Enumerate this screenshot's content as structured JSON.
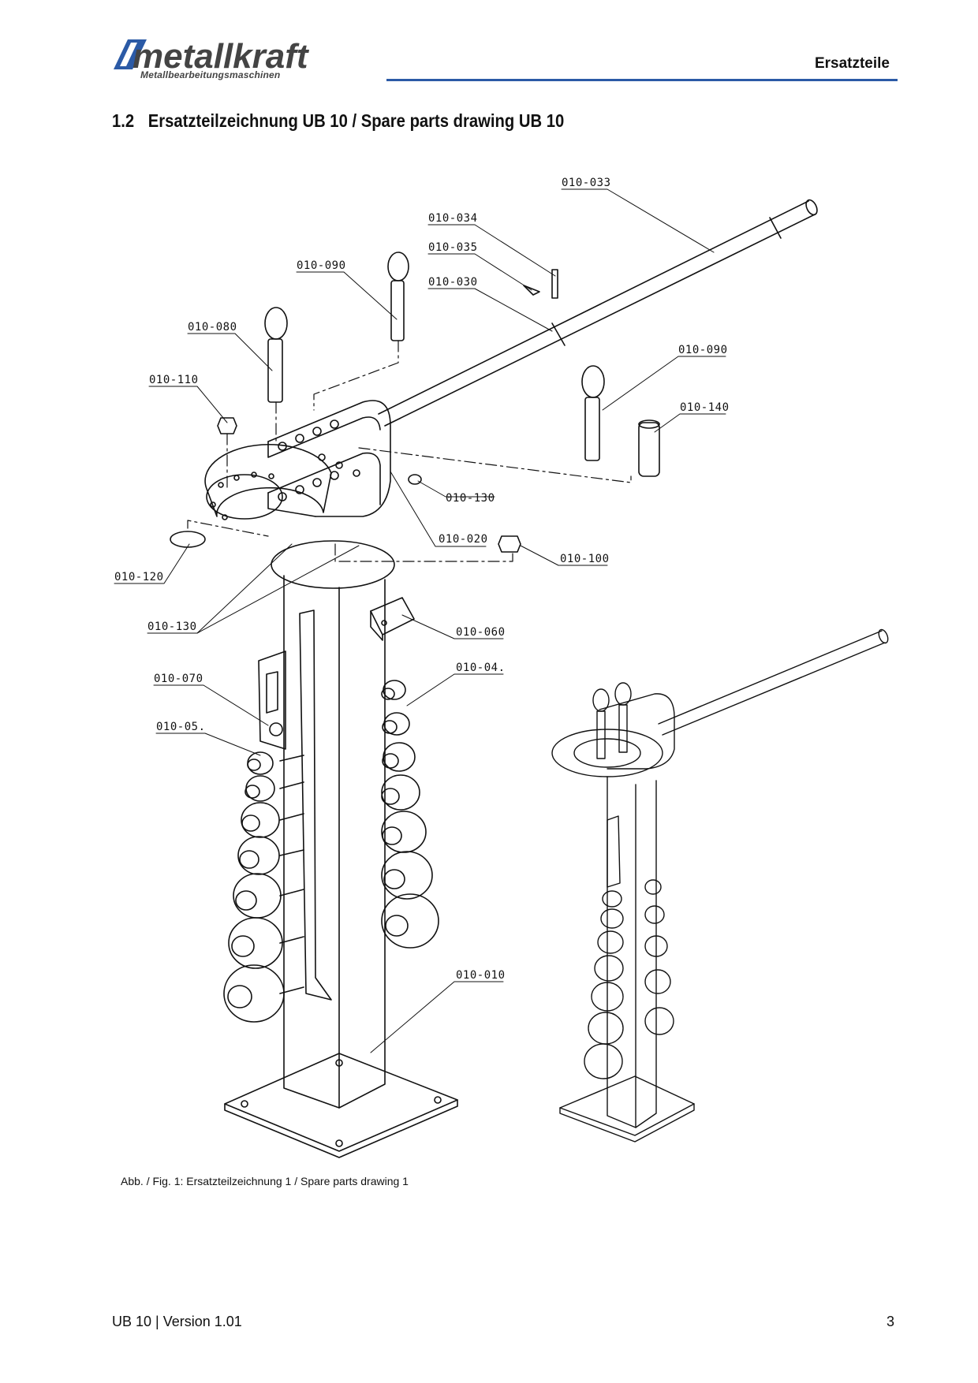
{
  "header": {
    "brand": "metallkraft",
    "brand_tagline": "Metallbearbeitungsmaschinen",
    "section_label": "Ersatzteile",
    "accent_color": "#2b5aa6"
  },
  "heading": {
    "number": "1.2",
    "text": "Ersatzteilzeichnung UB 10 / Spare parts drawing UB 10"
  },
  "part_labels": {
    "p033": "010-033",
    "p034": "010-034",
    "p035": "010-035",
    "p030": "010-030",
    "p090a": "010-090",
    "p080": "010-080",
    "p110": "010-110",
    "p090b": "010-090",
    "p140": "010-140",
    "p130a": "010-130",
    "p020": "010-020",
    "p100": "010-100",
    "p120": "010-120",
    "p130b": "010-130",
    "p060": "010-060",
    "p070": "010-070",
    "p04": "010-04.",
    "p05": "010-05.",
    "p010": "010-010"
  },
  "caption": "Abb. / Fig. 1: Ersatzteilzeichnung 1 / Spare parts drawing 1",
  "footer": {
    "doc_version": "UB 10 | Version 1.01",
    "page_number": "3"
  }
}
